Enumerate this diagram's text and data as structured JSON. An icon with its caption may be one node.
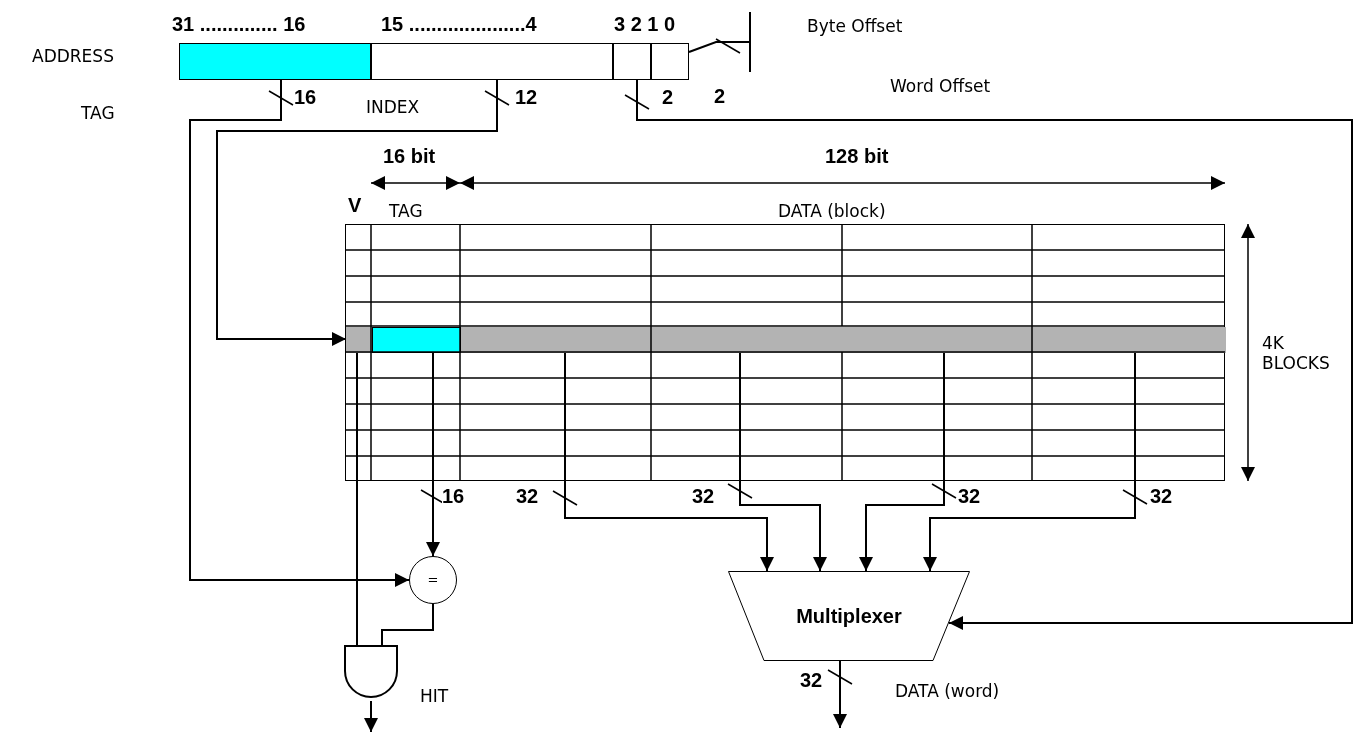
{
  "diagram": {
    "nodes": [
      {
        "text": [],
        "shape": "box"
      },
      {
        "text": [],
        "shape": "box"
      },
      {
        "text": [],
        "shape": "box"
      },
      {
        "text": [],
        "shape": "box"
      },
      {
        "text": [],
        "shape": "box"
      },
      {
        "text": [],
        "shape": "box",
        "in": 6
      },
      {
        "text": [],
        "shape": "bar",
        "in": 4
      },
      {
        "text": [
          "="
        ]
      },
      {
        "text": [],
        "shape": "gate",
        "beside": [
          "HIT"
        ]
      },
      {
        "text": [
          "Multiplexer"
        ]
      }
    ],
    "edges": [
      {
        "from": 0,
        "to": 7,
        "arrow": "to",
        "label": "16"
      },
      {
        "from": 1,
        "to": 6,
        "arrow": "to",
        "label": "12"
      },
      {
        "from": 2,
        "to": 9,
        "arrow": "to",
        "label": "2"
      },
      {
        "from": 3,
        "to": null,
        "arrow": "other",
        "label": "2"
      },
      {
        "from": 5,
        "to": 7,
        "arrow": "to",
        "label": "16"
      },
      {
        "from": 6,
        "to": 9,
        "arrow": "to",
        "label": "32"
      },
      {
        "from": 6,
        "to": 9,
        "arrow": "to",
        "label": "32"
      },
      {
        "from": 6,
        "to": 9,
        "arrow": "to",
        "label": "32"
      },
      {
        "from": 6,
        "to": 9,
        "arrow": "to",
        "label": "32"
      },
      {
        "from": 6,
        "to": 8,
        "arrow": "none"
      },
      {
        "from": 7,
        "to": 8,
        "arrow": "none"
      },
      {
        "from": 8,
        "to": null,
        "arrow": "to"
      },
      {
        "from": 9,
        "to": null,
        "arrow": "to",
        "label": "32"
      }
    ],
    "labels": [
      "31 .............. 16",
      "15 .....................4",
      "3 2 1 0",
      "ADDRESS",
      "Byte Offset",
      "TAG",
      "INDEX",
      "Word Offset",
      "16 bit",
      "128 bit",
      "V",
      "TAG",
      "DATA (block)",
      "4K BLOCKS",
      "DATA (word)"
    ]
  }
}
